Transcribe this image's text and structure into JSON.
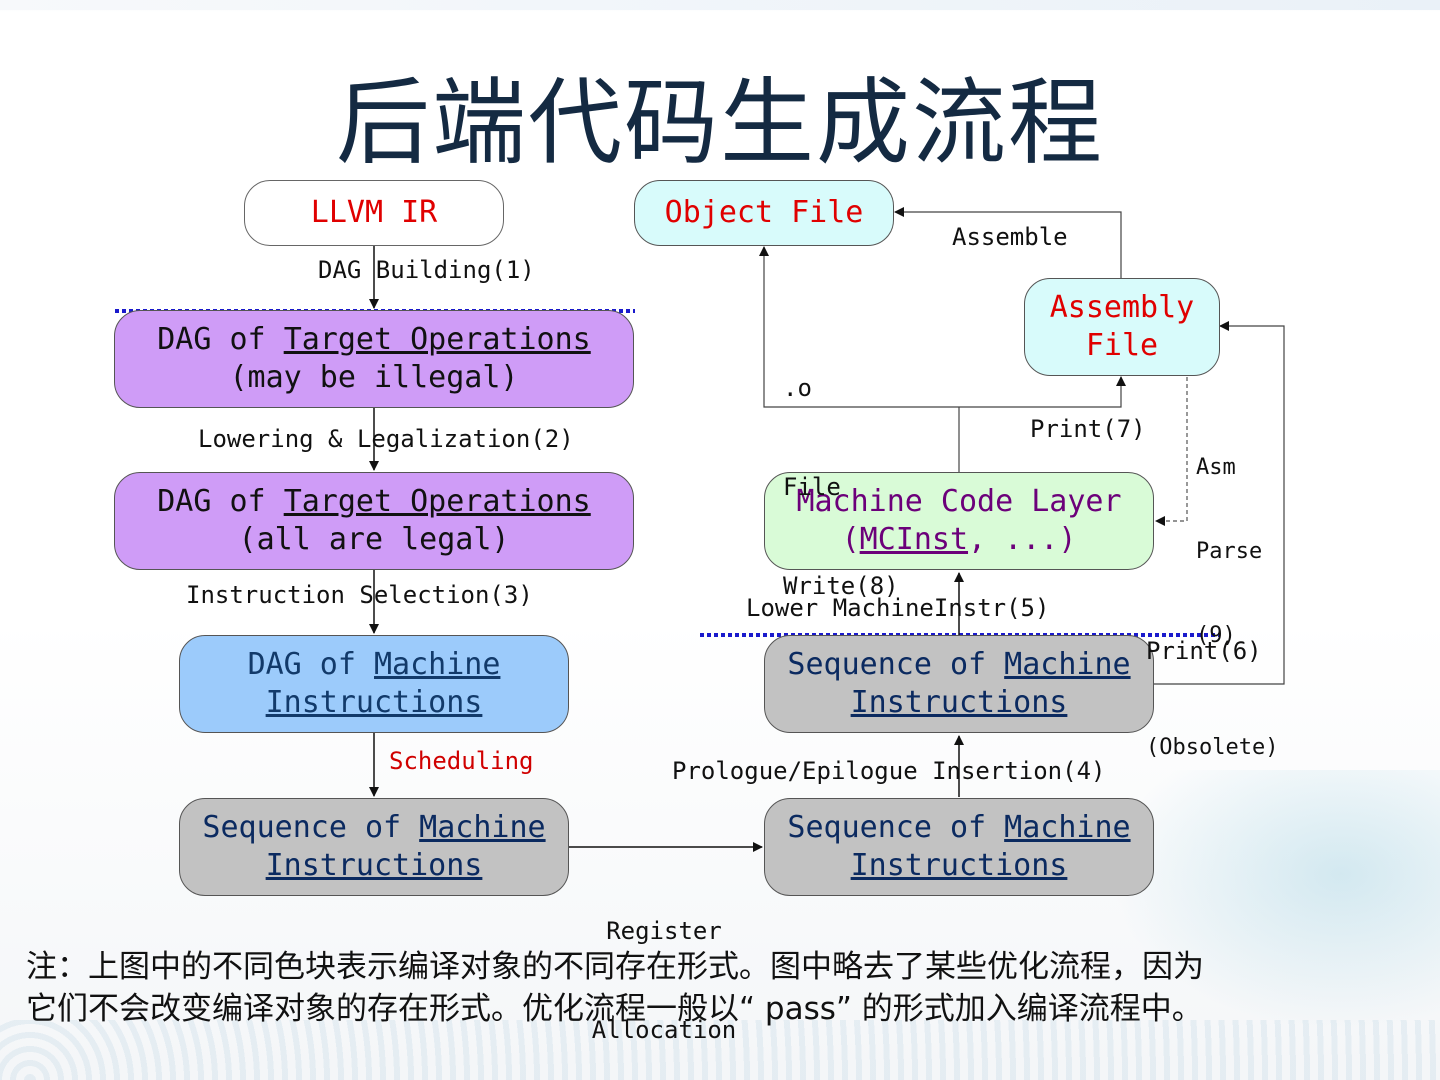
{
  "title": "后端代码生成流程",
  "nodes": {
    "llvm_ir": "LLVM IR",
    "object_file": "Object File",
    "assembly_file": {
      "line1": "Assembly",
      "line2": "File"
    },
    "dag_target_illegal": {
      "pre": "DAG of ",
      "ulink": "Target Operations",
      "line2": "(may be illegal)"
    },
    "dag_target_legal": {
      "pre": "DAG of ",
      "ulink": "Target Operations",
      "line2": "(all are legal)"
    },
    "dag_machine": {
      "pre": "DAG of ",
      "ulink1": "Machine",
      "ulink2": "Instructions"
    },
    "machine_code_layer": {
      "line1": "Machine Code Layer",
      "pre": "(",
      "ulink": "MCInst",
      "post": ", ...)"
    },
    "seq_left": {
      "pre": "Sequence of ",
      "ulink1": "Machine",
      "ulink2": "Instructions"
    },
    "seq_mid": {
      "pre": "Sequence of ",
      "ulink1": "Machine",
      "ulink2": "Instructions"
    },
    "seq_top": {
      "pre": "Sequence of ",
      "ulink1": "Machine",
      "ulink2": "Instructions"
    }
  },
  "edges": {
    "dag_building": "DAG Building(1)",
    "lowering": "Lowering & Legalization(2)",
    "isel": "Instruction Selection(3)",
    "scheduling": "Scheduling",
    "register_allocation": {
      "line1": "Register",
      "line2": "Allocation"
    },
    "prologue": "Prologue/Epilogue Insertion(4)",
    "lower_machine_instr": "Lower MachineInstr(5)",
    "print6": {
      "line1": "Print(6)",
      "line2": "(Obsolete)"
    },
    "print7": "Print(7)",
    "o_file_write": {
      "line1": ".o",
      "line2": "File",
      "line3": "Write(8)"
    },
    "asm_parse": {
      "line1": "Asm",
      "line2": "Parse",
      "line3": "(9)"
    },
    "assemble": "Assemble"
  },
  "note": {
    "line1": "注：上图中的不同色块表示编译对象的不同存在形式。图中略去了某些优化流程，因为",
    "line2": "它们不会改变编译对象的存在形式。优化流程一般以“ pass” 的形式加入编译流程中。"
  },
  "colors": {
    "red_text": "#e00000",
    "purple_fill": "#cf9cf7",
    "blue_fill": "#9ccbfb",
    "gray_fill": "#c2c2c2",
    "green_fill": "#d9fbd7",
    "cyan_fill": "#d8fbfb",
    "dotted_separator": "#1a1acc"
  }
}
